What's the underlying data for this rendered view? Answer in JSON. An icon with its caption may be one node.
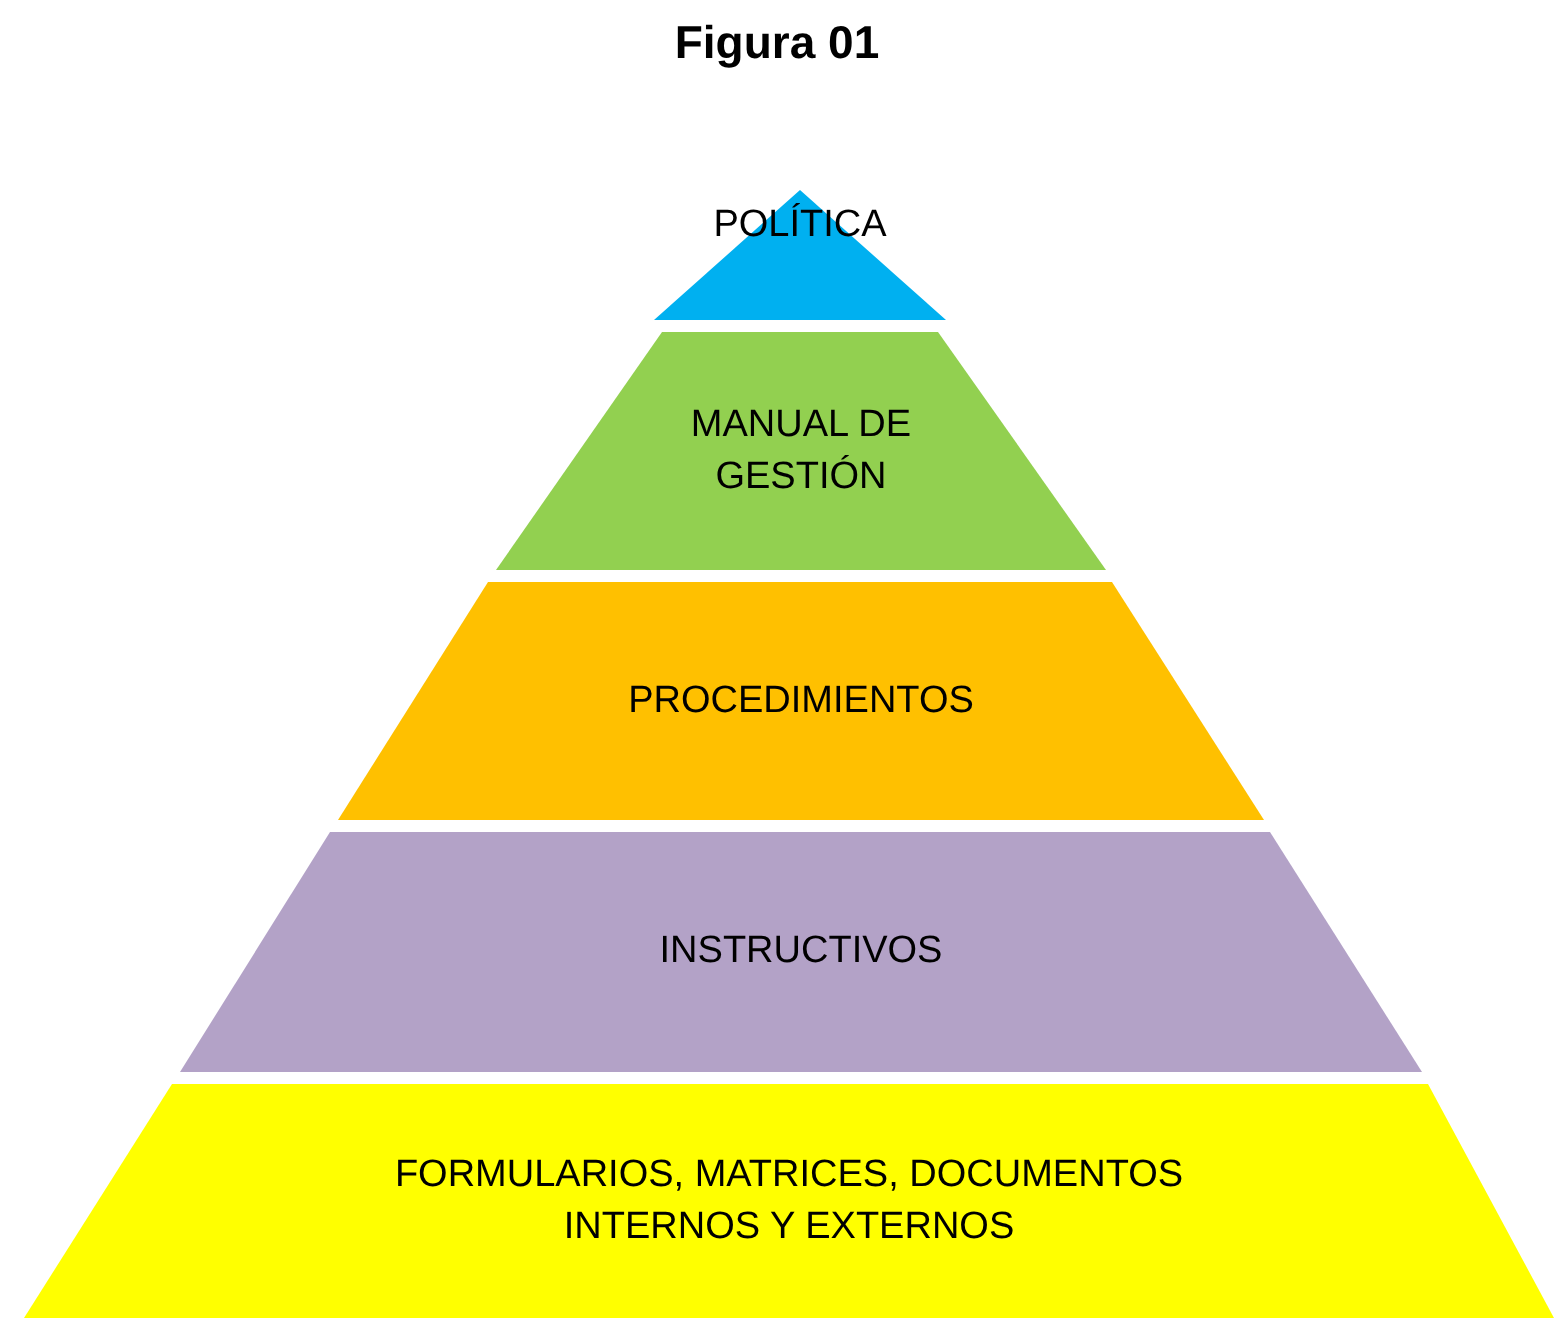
{
  "diagram": {
    "title": "Figura 01",
    "nodes": [
      {
        "text": [
          "POLÍTICA"
        ]
      },
      {
        "text": [
          "MANUAL DE GESTIÓN"
        ]
      },
      {
        "text": [
          "PROCEDIMIENTOS"
        ]
      },
      {
        "text": [
          "INSTRUCTIVOS"
        ]
      },
      {
        "text": [
          "FORMULARIOS, MATRICES, DOCUMENTOS INTERNOS Y EXTERNOS"
        ]
      }
    ]
  }
}
